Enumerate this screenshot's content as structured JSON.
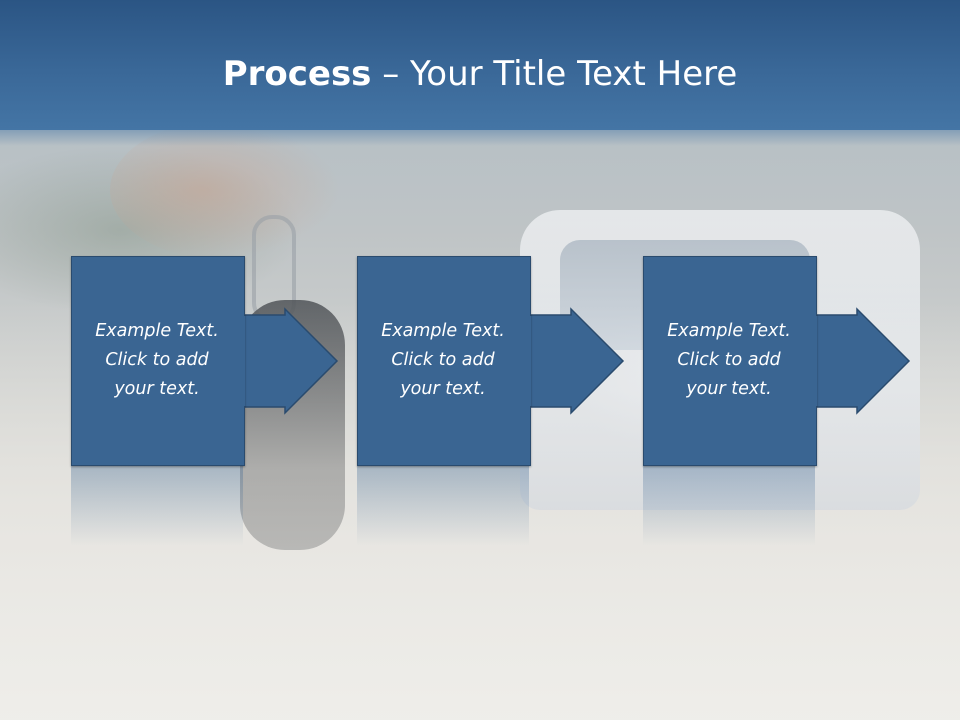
{
  "slide": {
    "title_bold": "Process",
    "title_rest": " – Your Title Text Here"
  },
  "steps": [
    {
      "line1": "Example Text.",
      "line2": "Click  to add",
      "line3": "your text."
    },
    {
      "line1": "Example Text.",
      "line2": "Click  to add",
      "line3": "your text."
    },
    {
      "line1": "Example Text.",
      "line2": "Click  to add",
      "line3": "your text."
    }
  ],
  "colors": {
    "title_band": "#3a6898",
    "box_fill": "#3a6592",
    "box_border": "#2a4b6e",
    "text": "#ffffff"
  }
}
